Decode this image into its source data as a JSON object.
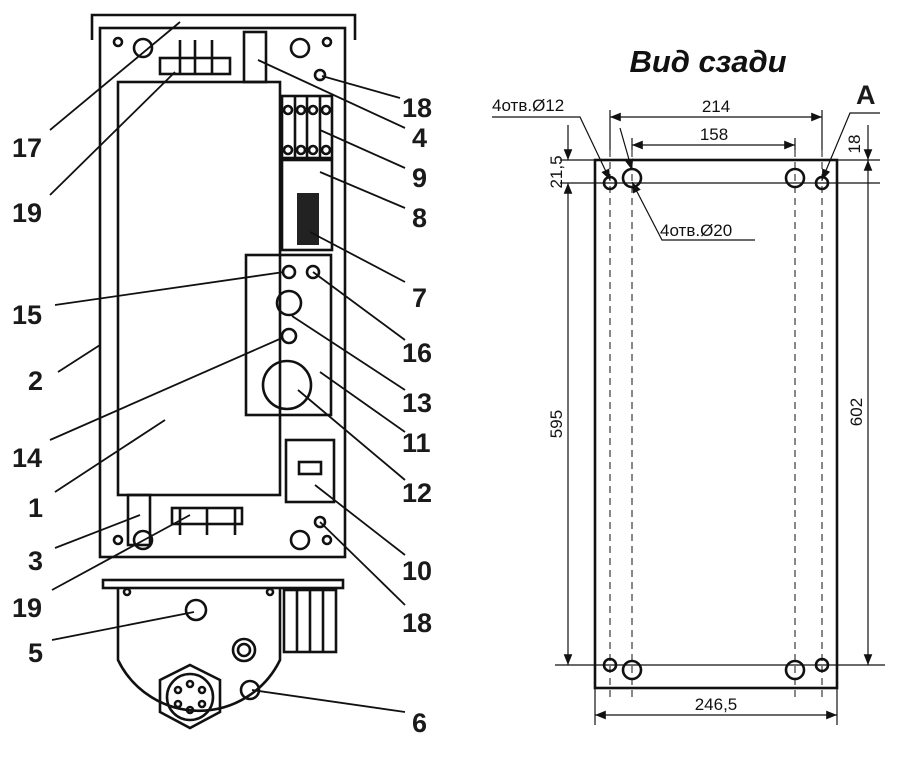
{
  "front_view": {
    "callouts": [
      "17",
      "19",
      "15",
      "2",
      "14",
      "1",
      "3",
      "19",
      "5",
      "18",
      "4",
      "9",
      "8",
      "7",
      "16",
      "13",
      "11",
      "12",
      "10",
      "18",
      "6"
    ]
  },
  "rear_view": {
    "title": "Вид сзади",
    "holes_small": "4отв.Ø12",
    "holes_large": "4отв.Ø20",
    "dim_outer_spacing": "214",
    "dim_inner_spacing": "158",
    "dim_width": "246,5",
    "dim_hole_height": "595",
    "dim_total_height": "602",
    "dim_top_offset_left": "21,5",
    "dim_top_offset_right": "18",
    "view_marker": "A"
  }
}
